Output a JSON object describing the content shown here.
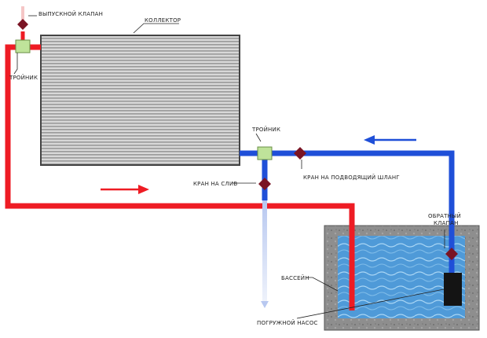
{
  "labels": {
    "release_valve": "ВЫПУСКНОЙ КЛАПАН",
    "collector": "КОЛЛЕКТОР",
    "tee_top": "ТРОЙНИК",
    "tee_right": "ТРОЙНИК",
    "drain_valve": "КРАН НА СЛИВ",
    "supply_valve": "КРАН НА ПОДВОДЯЩИЙ ШЛАНГ",
    "check_valve_line1": "ОБРАТНЫЙ",
    "check_valve_line2": "КЛАПАН",
    "pool": "БАССЕЙН",
    "pump": "ПОГРУЖНОЙ НАСОС"
  },
  "colors": {
    "hot_pipe": "#ee1c24",
    "cold_pipe": "#1f4fd8",
    "drain_pipe": "#b8c8f0",
    "valve": "#7a1424",
    "tee": "#bfe39a",
    "pool_wall": "#8a8a8a",
    "water": "#5aa6e0",
    "pump": "#141414"
  },
  "icons": [
    "valve-diamond-icon",
    "tee-fitting-icon",
    "flow-arrow-icon"
  ]
}
